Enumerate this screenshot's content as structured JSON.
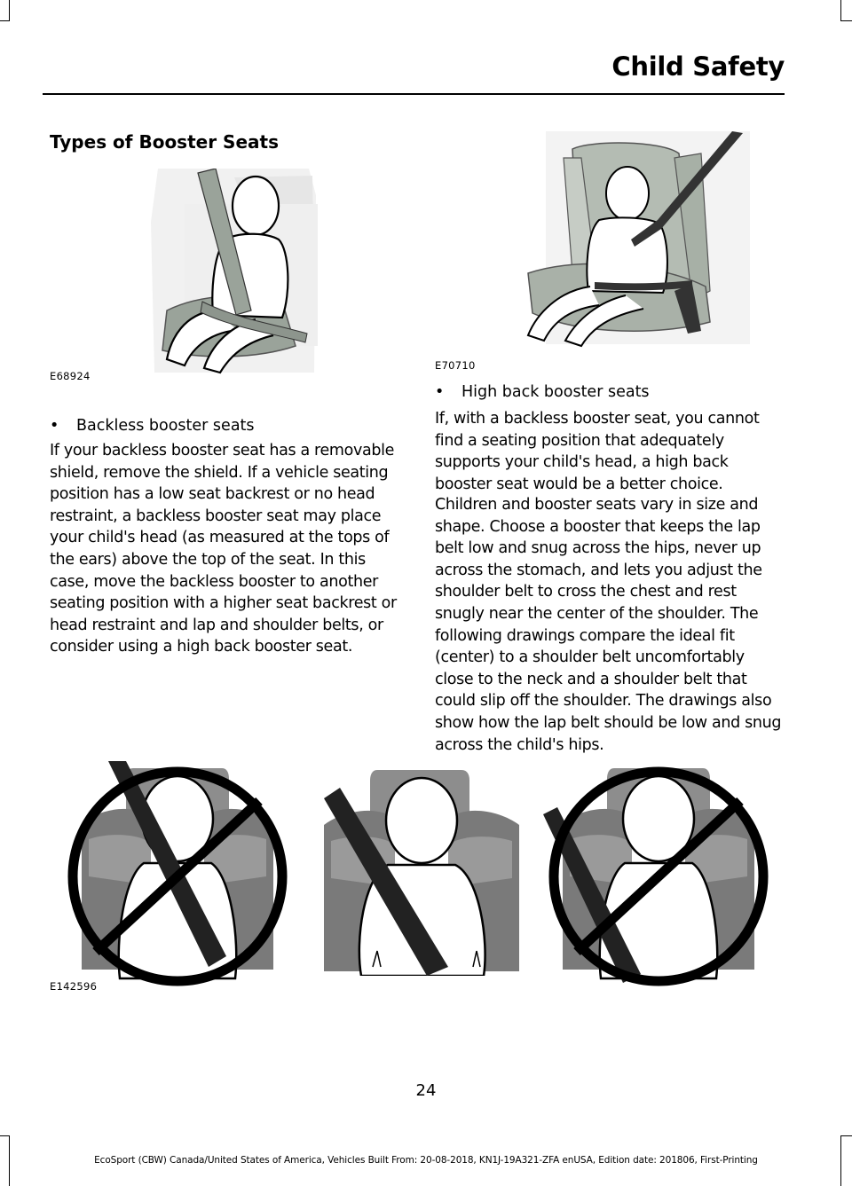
{
  "header": {
    "title": "Child Safety"
  },
  "section": {
    "title": "Types of Booster Seats"
  },
  "figures": {
    "backless": {
      "code": "E68924"
    },
    "highback": {
      "code": "E70710"
    },
    "belt_fit": {
      "code": "E142596"
    }
  },
  "left_column": {
    "bullet": "Backless booster seats",
    "paragraph": "If your backless booster seat has a removable shield, remove the shield. If a vehicle seating position has a low seat backrest or no head restraint, a backless booster seat may place your child's head (as measured at the tops of the ears) above the top of the seat. In this case, move the backless booster to another seating position with a higher seat backrest or head restraint and lap and shoulder belts, or consider using a high back booster seat."
  },
  "right_column": {
    "bullet": "High back booster seats",
    "paragraph1": "If, with a backless booster seat, you cannot find a seating position that adequately supports your child's head, a high back booster seat would be a better choice.",
    "paragraph2": "Children and booster seats vary in size and shape. Choose a booster that keeps the lap belt low and snug across the hips, never up across the stomach, and lets you adjust the shoulder belt to cross the chest and rest snugly near the center of the shoulder. The following drawings compare the ideal fit (center) to a shoulder belt uncomfortably close to the neck and a shoulder belt that could slip off the shoulder. The drawings also show how the lap belt should be low and snug across the child's hips."
  },
  "page_number": "24",
  "footer": "EcoSport (CBW) Canada/United States of America, Vehicles Built From: 20-08-2018, KN1J-19A321-ZFA enUSA, Edition date: 201806, First-Printing"
}
